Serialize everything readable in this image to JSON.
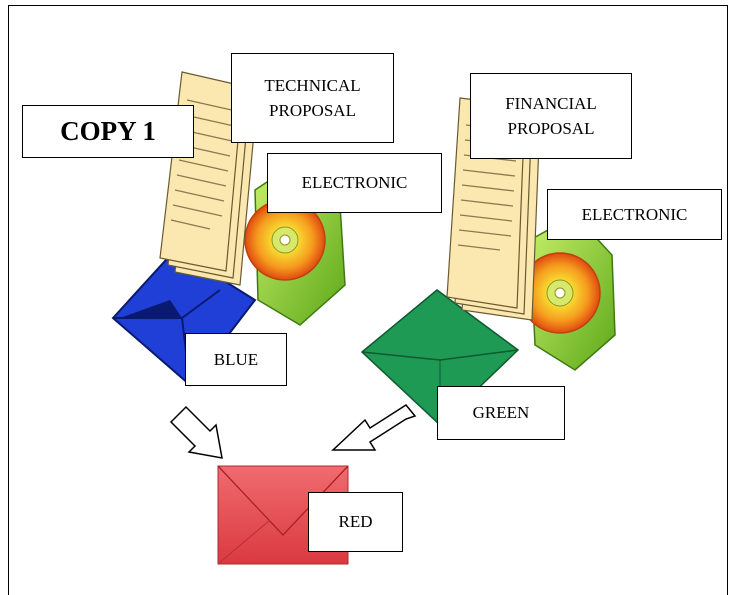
{
  "labels": {
    "copy": "COPY 1",
    "technical_line1": "TECHNICAL",
    "technical_line2": "PROPOSAL",
    "financial_line1": "FINANCIAL",
    "financial_line2": "PROPOSAL",
    "electronic_left": "ELECTRONIC",
    "electronic_right": "ELECTRONIC",
    "blue": "BLUE",
    "green": "GREEN",
    "red": "RED"
  },
  "colors": {
    "blue_envelope": "#1f3fd6",
    "green_envelope": "#1f9a55",
    "red_envelope": "#e0474c",
    "paper": "#fbe7b0",
    "folder": "#8fd630",
    "disc": "#f59a1e"
  }
}
